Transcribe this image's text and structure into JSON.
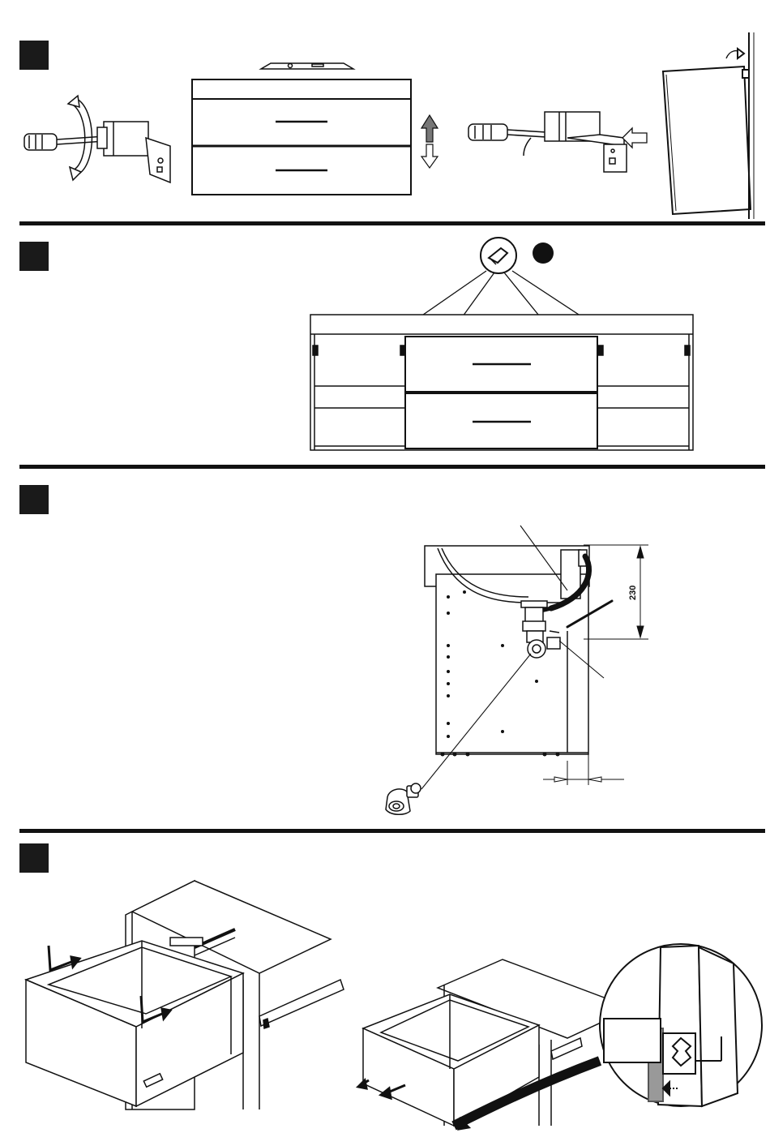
{
  "steps": [
    {
      "id": "step-1"
    },
    {
      "id": "step-2"
    },
    {
      "id": "step-3"
    },
    {
      "id": "step-4"
    }
  ],
  "dimensions": {
    "siphon_height": "230"
  },
  "colors": {
    "ink": "#111111",
    "step_box": "#1a1a1a",
    "arrow_grey": "#777777"
  },
  "icons": {
    "screwdriver": "screwdriver-icon",
    "hinge": "hinge-icon",
    "shelf_support": "shelf-support-icon",
    "siphon": "siphon-icon"
  }
}
